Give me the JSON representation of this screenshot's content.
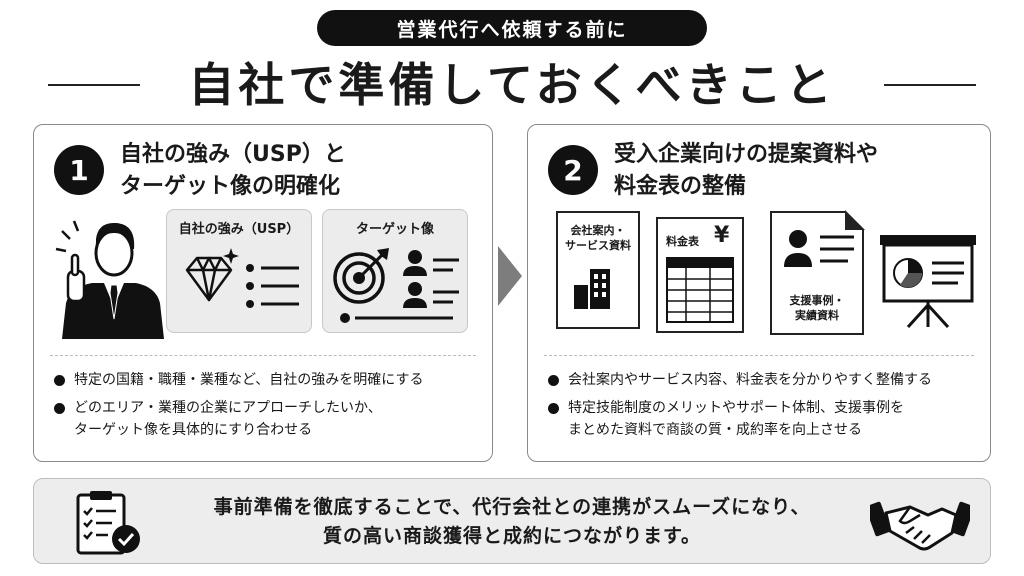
{
  "header": {
    "pill": "営業代行へ依頼する前に",
    "title": "自社で準備しておくべきこと"
  },
  "card1": {
    "number": "1",
    "title_line1": "自社の強み（USP）と",
    "title_line2": "ターゲット像の明確化",
    "box1_label": "自社の強み（USP）",
    "box2_label": "ターゲット像",
    "bullets": [
      "特定の国籍・職種・業種など、自社の強みを明確にする",
      "どのエリア・業種の企業にアプローチしたいか、",
      "ターゲット像を具体的にすり合わせる"
    ]
  },
  "card2": {
    "number": "2",
    "title_line1": "受入企業向けの提案資料や",
    "title_line2": "料金表の整備",
    "doc1_line1": "会社案内・",
    "doc1_line2": "サービス資料",
    "doc2_label": "料金表",
    "doc2_symbol": "¥",
    "doc3_line1": "支援事例・",
    "doc3_line2": "実績資料",
    "bullets": [
      "会社案内やサービス内容、料金表を分かりやすく整備する",
      "特定技能制度のメリットやサポート体制、支援事例を",
      "まとめた資料で商談の質・成約率を向上させる"
    ]
  },
  "footer": {
    "line1": "事前準備を徹底することで、代行会社との連携がスムーズになり、",
    "line2": "質の高い商談獲得と成約につながります。"
  }
}
